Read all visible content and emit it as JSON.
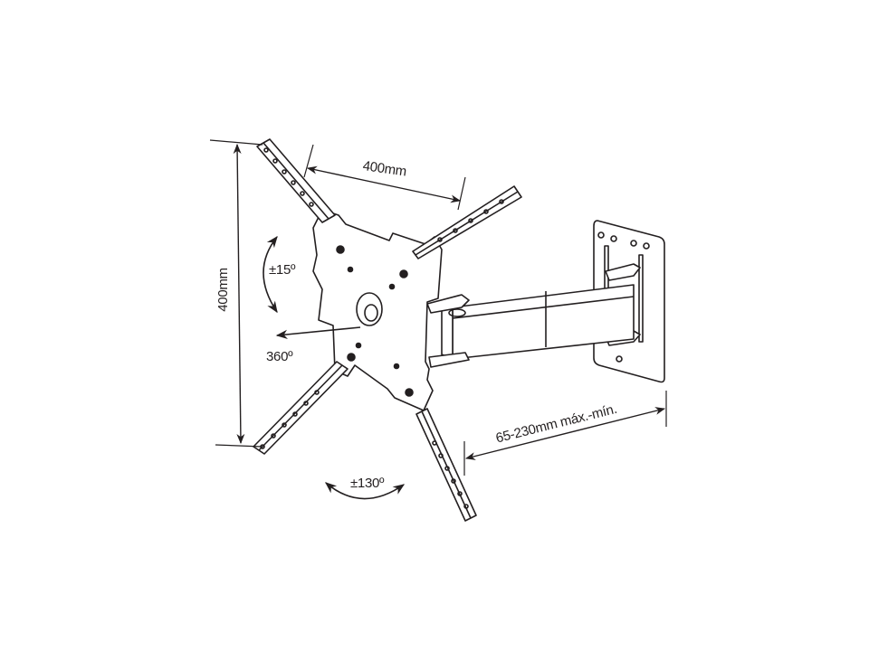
{
  "diagram": {
    "type": "technical-line-drawing",
    "subject": "full-motion TV wall mount bracket",
    "stroke_color": "#231f20",
    "background_color": "#ffffff",
    "dimensions": {
      "vesa_width": "400mm",
      "vesa_height": "400mm",
      "extension_range": "65-230mm máx.-mín."
    },
    "angles": {
      "tilt": "±15º",
      "rotation": "360º",
      "swivel": "±130º"
    },
    "parts": [
      {
        "name": "vesa-plate"
      },
      {
        "name": "mounting-rail",
        "count": 4
      },
      {
        "name": "swing-arm"
      },
      {
        "name": "wall-plate"
      }
    ]
  }
}
